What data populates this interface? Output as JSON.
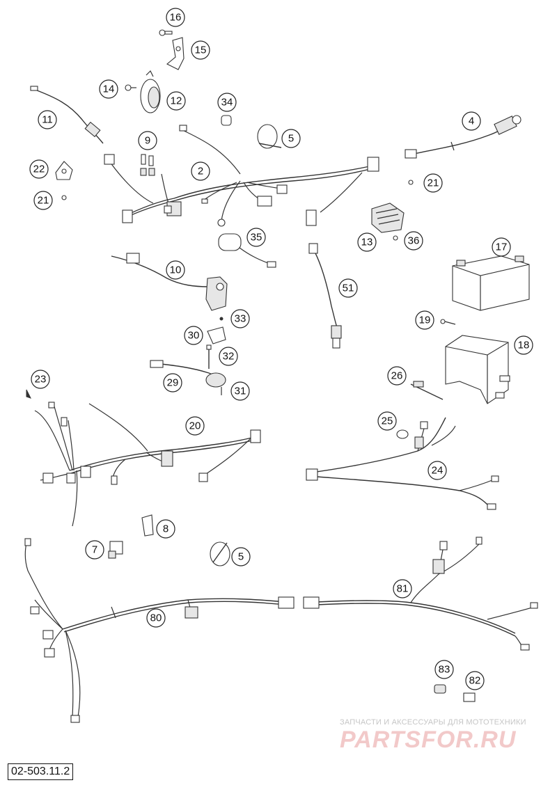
{
  "diagram": {
    "code": "02-503.11.2",
    "callouts": [
      {
        "id": "c16",
        "label": "16"
      },
      {
        "id": "c15",
        "label": "15"
      },
      {
        "id": "c14",
        "label": "14"
      },
      {
        "id": "c12",
        "label": "12"
      },
      {
        "id": "c11",
        "label": "11"
      },
      {
        "id": "c34",
        "label": "34"
      },
      {
        "id": "c5a",
        "label": "5"
      },
      {
        "id": "c4",
        "label": "4"
      },
      {
        "id": "c9",
        "label": "9"
      },
      {
        "id": "c2",
        "label": "2"
      },
      {
        "id": "c22",
        "label": "22"
      },
      {
        "id": "c21a",
        "label": "21"
      },
      {
        "id": "c21b",
        "label": "21"
      },
      {
        "id": "c35",
        "label": "35"
      },
      {
        "id": "c13",
        "label": "13"
      },
      {
        "id": "c36",
        "label": "36"
      },
      {
        "id": "c17",
        "label": "17"
      },
      {
        "id": "c10",
        "label": "10"
      },
      {
        "id": "c51",
        "label": "51"
      },
      {
        "id": "c33",
        "label": "33"
      },
      {
        "id": "c30",
        "label": "30"
      },
      {
        "id": "c19",
        "label": "19"
      },
      {
        "id": "c18",
        "label": "18"
      },
      {
        "id": "c32",
        "label": "32"
      },
      {
        "id": "c23",
        "label": "23"
      },
      {
        "id": "c29",
        "label": "29"
      },
      {
        "id": "c31",
        "label": "31"
      },
      {
        "id": "c26",
        "label": "26"
      },
      {
        "id": "c20",
        "label": "20"
      },
      {
        "id": "c25",
        "label": "25"
      },
      {
        "id": "c24",
        "label": "24"
      },
      {
        "id": "c8",
        "label": "8"
      },
      {
        "id": "c7",
        "label": "7"
      },
      {
        "id": "c5b",
        "label": "5"
      },
      {
        "id": "c81",
        "label": "81"
      },
      {
        "id": "c80",
        "label": "80"
      },
      {
        "id": "c83",
        "label": "83"
      },
      {
        "id": "c82",
        "label": "82"
      }
    ]
  },
  "watermark": {
    "tagline": "ЗАПЧАСТИ И АКСЕССУАРЫ ДЛЯ МОТОТЕХНИКИ",
    "logo": "PARTSFOR.RU"
  }
}
